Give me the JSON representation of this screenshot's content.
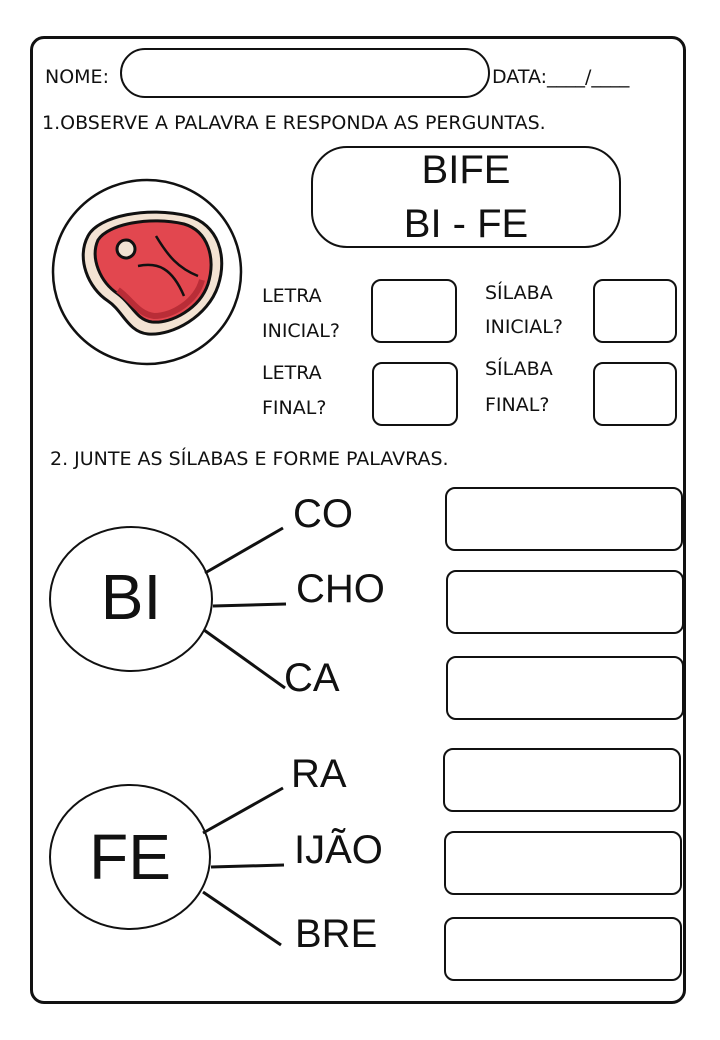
{
  "header": {
    "name_label": "NOME:",
    "date_label": "DATA:____/____"
  },
  "q1": {
    "instruction": "1.OBSERVE A PALAVRA E RESPONDA AS PERGUNTAS.",
    "word": "BIFE",
    "syllables": "BI - FE",
    "image_icon": "steak-icon",
    "questions": [
      {
        "line1": "LETRA",
        "line2": "INICIAL?"
      },
      {
        "line1": "SÍLABA",
        "line2": "INICIAL?"
      },
      {
        "line1": "LETRA",
        "line2": "FINAL?"
      },
      {
        "line1": "SÍLABA",
        "line2": "FINAL?"
      }
    ]
  },
  "q2": {
    "instruction": "2. JUNTE AS SÍLABAS E FORME PALAVRAS.",
    "groups": [
      {
        "syllable": "BI",
        "endings": [
          "CO",
          "CHO",
          "CA"
        ]
      },
      {
        "syllable": "FE",
        "endings": [
          "RA",
          "IJÃO",
          "BRE"
        ]
      }
    ]
  },
  "colors": {
    "line": "#111111",
    "meat": "#e2474f",
    "meat_dark": "#b92d37",
    "fat": "#f3e3d3"
  }
}
